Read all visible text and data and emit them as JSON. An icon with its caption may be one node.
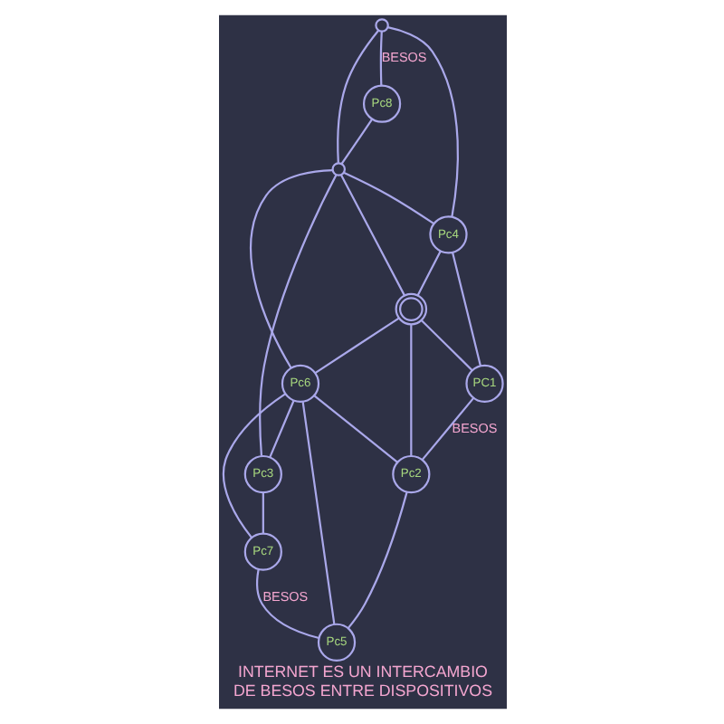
{
  "diagram": {
    "caption": "INTERNET ES UN INTERCAMBIO DE BESOS ENTRE DISPOSITIVOS",
    "nodes": [
      {
        "text": [
          "Pc8"
        ]
      },
      {
        "text": [],
        "shape": "circle"
      },
      {
        "text": [],
        "shape": "circle"
      },
      {
        "text": [
          "Pc3"
        ]
      },
      {
        "text": [
          "Pc4"
        ]
      },
      {
        "text": [
          "Pc6"
        ]
      },
      {
        "text": [
          "Pc7"
        ]
      },
      {
        "text": [],
        "shape": "circle"
      },
      {
        "text": [
          "PC1"
        ]
      },
      {
        "text": [
          "Pc2"
        ]
      },
      {
        "text": [
          "Pc5"
        ]
      }
    ],
    "edges": [
      {
        "from": 1,
        "to": 0,
        "arrow": "none",
        "label": "BESOS"
      },
      {
        "from": 1,
        "to": 2,
        "arrow": "none"
      },
      {
        "from": 1,
        "to": 4,
        "arrow": "none"
      },
      {
        "from": 0,
        "to": 2,
        "arrow": "none"
      },
      {
        "from": 2,
        "to": 4,
        "arrow": "none"
      },
      {
        "from": 2,
        "to": 7,
        "arrow": "none"
      },
      {
        "from": 2,
        "to": 5,
        "arrow": "none"
      },
      {
        "from": 2,
        "to": 3,
        "arrow": "none"
      },
      {
        "from": 4,
        "to": 7,
        "arrow": "none"
      },
      {
        "from": 4,
        "to": 8,
        "arrow": "none"
      },
      {
        "from": 7,
        "to": 5,
        "arrow": "none"
      },
      {
        "from": 7,
        "to": 8,
        "arrow": "none"
      },
      {
        "from": 7,
        "to": 9,
        "arrow": "none"
      },
      {
        "from": 5,
        "to": 3,
        "arrow": "none"
      },
      {
        "from": 5,
        "to": 6,
        "arrow": "none"
      },
      {
        "from": 5,
        "to": 9,
        "arrow": "none"
      },
      {
        "from": 5,
        "to": 10,
        "arrow": "none"
      },
      {
        "from": 3,
        "to": 6,
        "arrow": "none"
      },
      {
        "from": 6,
        "to": 10,
        "arrow": "none",
        "label": "BESOS"
      },
      {
        "from": 8,
        "to": 9,
        "arrow": "none",
        "label": "BESOS"
      },
      {
        "from": 9,
        "to": 10,
        "arrow": "none"
      }
    ]
  }
}
